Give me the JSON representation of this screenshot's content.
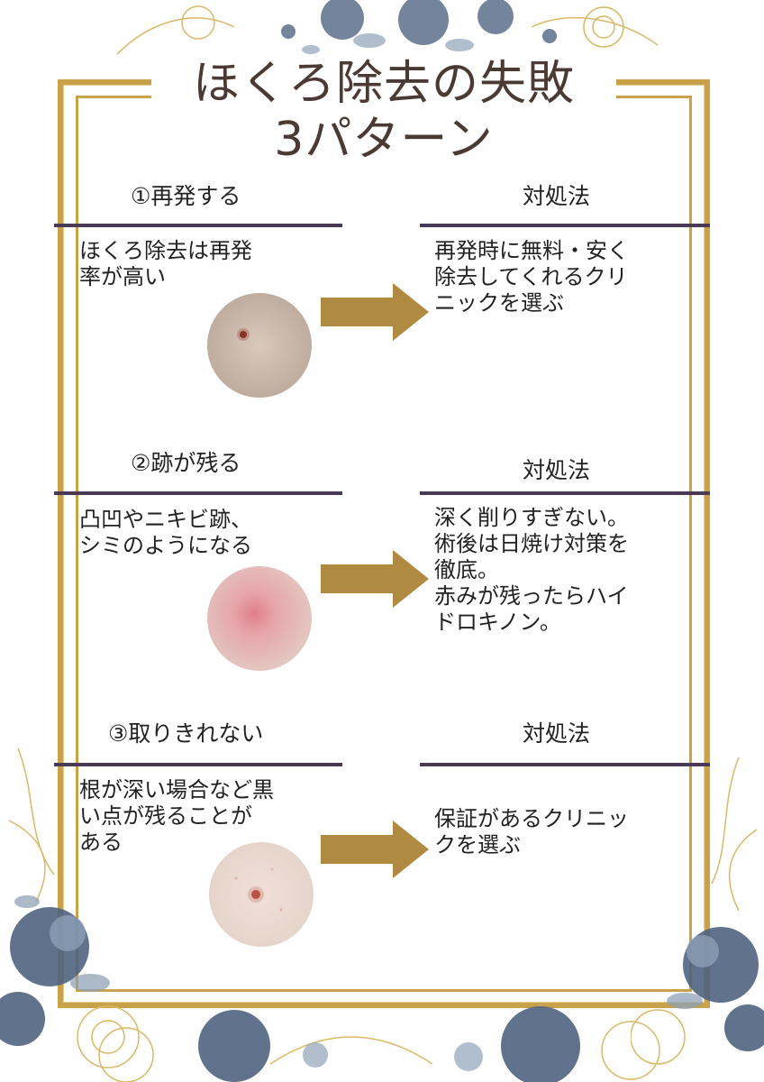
{
  "title": {
    "line1": "ほくろ除去の失敗",
    "line2": "3パターン"
  },
  "sections": [
    {
      "heading": "①再発する",
      "remedy_heading": "対処法",
      "problem": [
        "ほくろ除去は再発",
        "率が高い"
      ],
      "remedy": [
        "再発時に無料・安く",
        "除去してくれるクリ",
        "ニックを選ぶ"
      ],
      "photo_color": "#c9b8ac"
    },
    {
      "heading": "②跡が残る",
      "remedy_heading": "対処法",
      "problem": [
        "凸凹やニキビ跡、",
        "シミのようになる"
      ],
      "remedy": [
        "深く削りすぎない。",
        "術後は日焼け対策を",
        "徹底。",
        "赤みが残ったらハイ",
        "ドロキノン。"
      ],
      "photo_color": "#e6bcbc"
    },
    {
      "heading": "③取りきれない",
      "remedy_heading": "対処法",
      "problem": [
        "根が深い場合など黒",
        "い点が残ることが",
        "ある"
      ],
      "remedy": [
        "保証があるクリニッ",
        "クを選ぶ"
      ],
      "photo_color": "#ecdcd4"
    }
  ],
  "colors": {
    "gold": "#c9a14a",
    "arrow": "#b08a40",
    "divider": "#4a3a55",
    "title": "#4a3a33"
  }
}
